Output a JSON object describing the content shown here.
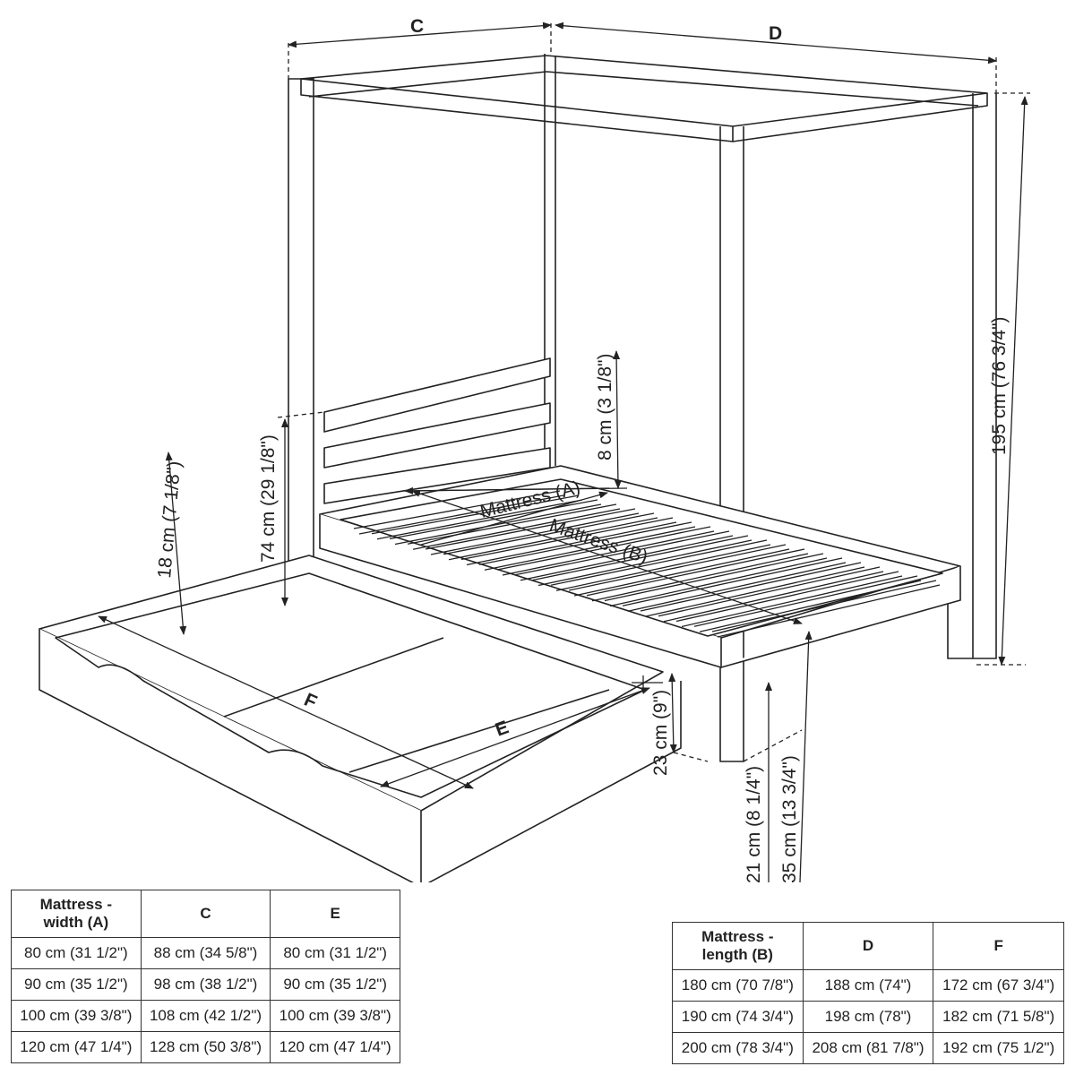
{
  "labels": {
    "c": "C",
    "d": "D",
    "e": "E",
    "f": "F",
    "mattress_a": "Mattress (A)",
    "mattress_b": "Mattress (B)",
    "height_195": "195 cm (76 3/4\")",
    "height_74": "74 cm (29 1/8\")",
    "height_18": "18 cm (7 1/8\")",
    "height_8": "8 cm (3 1/8\")",
    "height_23": "23 cm (9\")",
    "height_21": "21 cm (8 1/4\")",
    "height_35": "35 cm (13 3/4\")"
  },
  "width_table": {
    "headers": [
      "Mattress -\nwidth (A)",
      "C",
      "E"
    ],
    "rows": [
      [
        "80 cm (31 1/2\")",
        "88 cm (34 5/8\")",
        "80 cm (31 1/2\")"
      ],
      [
        "90 cm (35 1/2\")",
        "98 cm (38 1/2\")",
        "90 cm (35 1/2\")"
      ],
      [
        "100 cm (39 3/8\")",
        "108 cm (42 1/2\")",
        "100 cm (39 3/8\")"
      ],
      [
        "120 cm (47 1/4\")",
        "128 cm (50 3/8\")",
        "120 cm (47 1/4\")"
      ]
    ]
  },
  "length_table": {
    "headers": [
      "Mattress -\nlength (B)",
      "D",
      "F"
    ],
    "rows": [
      [
        "180 cm (70 7/8\")",
        "188 cm (74\")",
        "172 cm (67 3/4\")"
      ],
      [
        "190 cm (74 3/4\")",
        "198 cm (78\")",
        "182 cm (71 5/8\")"
      ],
      [
        "200 cm (78 3/4\")",
        "208 cm (81 7/8\")",
        "192 cm (75 1/2\")"
      ]
    ]
  }
}
